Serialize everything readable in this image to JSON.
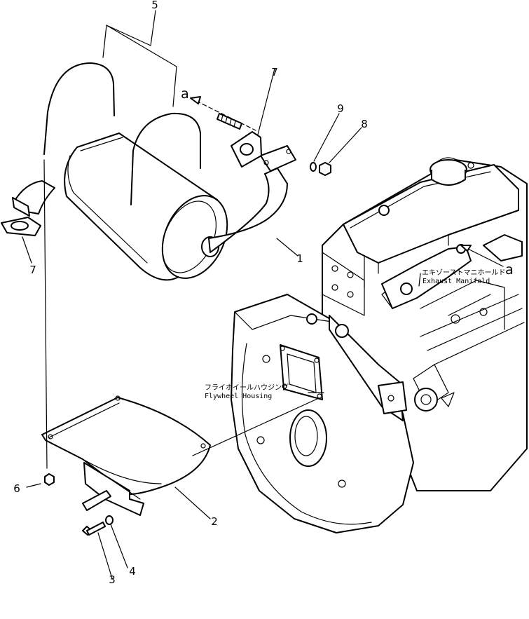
{
  "callouts": {
    "p1": "1",
    "p2": "2",
    "p3": "3",
    "p4": "4",
    "p5": "5",
    "p6": "6",
    "p7_upper": "7",
    "p7_lower": "7",
    "p8": "8",
    "p9": "9",
    "a_upper": "a",
    "a_lower": "a"
  },
  "labels": {
    "exhaust_manifold_jp": "エキゾーストマニホールド",
    "exhaust_manifold_en": "Exhaust Manifold",
    "flywheel_housing_jp": "フライホイールハウジング",
    "flywheel_housing_en": "Flywheel Housing"
  }
}
